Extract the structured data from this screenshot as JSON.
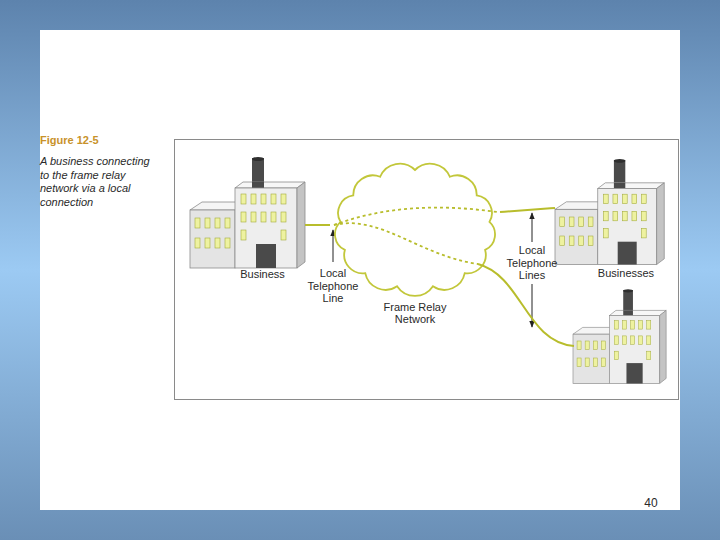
{
  "diagram": {
    "title": "Figure 12-5",
    "caption": "A business connecting to the frame relay network via a local connection",
    "nodes": [
      {
        "text": [
          "Business"
        ]
      },
      {
        "text": [
          "Frame Relay Network"
        ]
      },
      {
        "text": [
          "Businesses"
        ]
      }
    ],
    "edges": [
      {
        "from": 0,
        "to": 1,
        "arrow": "none"
      },
      {
        "from": 1,
        "to": 2,
        "arrow": "none"
      }
    ],
    "labels": [
      "Local Telephone Line",
      "Local Telephone Lines",
      "40"
    ]
  }
}
